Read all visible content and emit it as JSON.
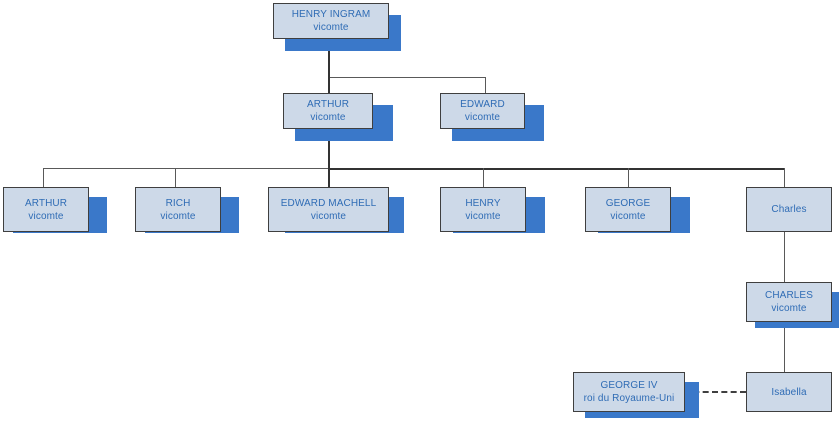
{
  "diagram": {
    "title": "Ingram family tree",
    "colors": {
      "node_fill": "#cdd9e8",
      "node_border": "#3f3f3f",
      "node_text": "#2f6cb5",
      "shadow": "#3a78c9",
      "line": "#595959",
      "background": "#ffffff"
    },
    "nodes": [
      {
        "id": "henry-ingram",
        "line1": "HENRY INGRAM",
        "line2": "vicomte"
      },
      {
        "id": "arthur-2",
        "line1": "ARTHUR",
        "line2": "vicomte"
      },
      {
        "id": "edward-2",
        "line1": "EDWARD",
        "line2": "vicomte"
      },
      {
        "id": "arthur-3",
        "line1": "ARTHUR",
        "line2": "vicomte"
      },
      {
        "id": "rich",
        "line1": "RICH",
        "line2": "vicomte"
      },
      {
        "id": "edward-machell",
        "line1": "EDWARD MACHELL",
        "line2": "vicomte"
      },
      {
        "id": "henry-3",
        "line1": "HENRY",
        "line2": "vicomte"
      },
      {
        "id": "george-3",
        "line1": "GEORGE",
        "line2": "vicomte"
      },
      {
        "id": "charles-lower",
        "line1": "Charles",
        "line2": ""
      },
      {
        "id": "charles-vicomte",
        "line1": "CHARLES",
        "line2": "vicomte"
      },
      {
        "id": "george-iv",
        "line1": "GEORGE IV",
        "line2": "roi du Royaume-Uni"
      },
      {
        "id": "isabella",
        "line1": "Isabella",
        "line2": ""
      }
    ]
  }
}
